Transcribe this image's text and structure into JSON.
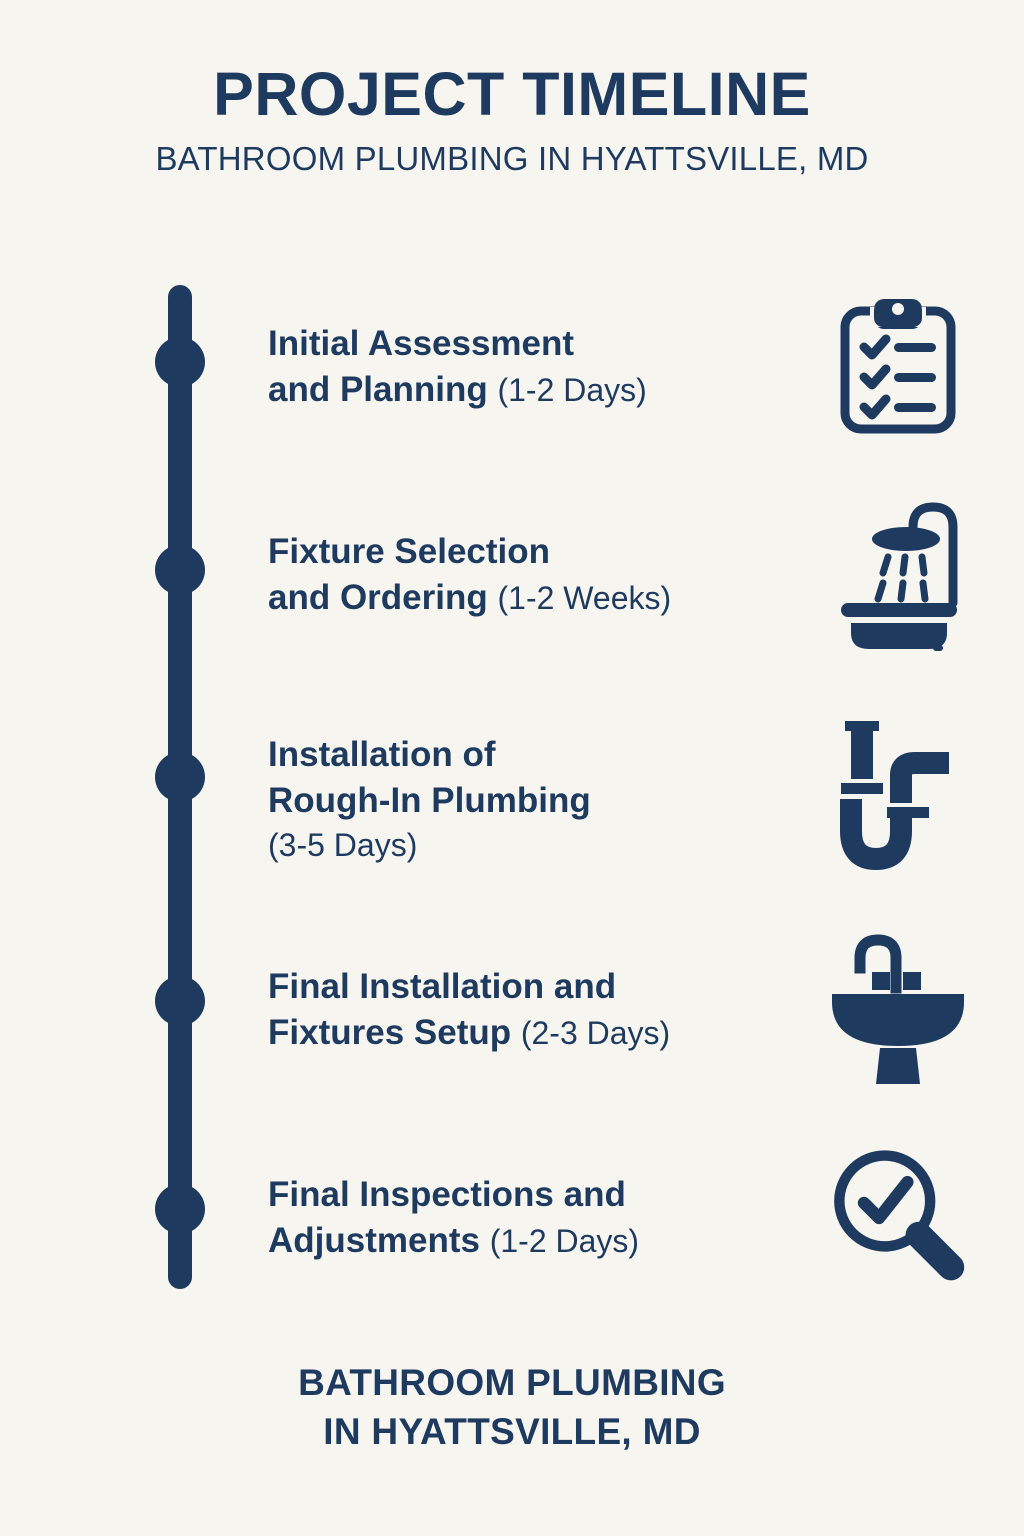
{
  "header": {
    "title": "PROJECT TIMELINE",
    "subtitle": "BATHROOM PLUMBING IN HYATTSVILLE, MD"
  },
  "theme": {
    "background": "#f6f5f0",
    "navy": "#1e3a5f"
  },
  "timeline": {
    "steps": [
      {
        "line1": "Initial Assessment",
        "line2": "and Planning",
        "line3": "",
        "duration": "(1-2 Days)",
        "duration_inline_after": "line2",
        "icon": "clipboard-checklist-icon"
      },
      {
        "line1": "Fixture Selection",
        "line2": "and Ordering",
        "line3": "",
        "duration": "(1-2 Weeks)",
        "duration_inline_after": "line2",
        "icon": "shower-bathtub-icon"
      },
      {
        "line1": "Installation of",
        "line2": "Rough-In Plumbing",
        "line3": "(3-5 Days)",
        "duration": "(3-5 Days)",
        "duration_inline_after": "line3",
        "icon": "p-trap-pipe-icon"
      },
      {
        "line1": "Final Installation and",
        "line2": "Fixtures Setup",
        "line3": "",
        "duration": "(2-3 Days)",
        "duration_inline_after": "line2",
        "icon": "pedestal-sink-icon"
      },
      {
        "line1": "Final Inspections and",
        "line2": "Adjustments",
        "line3": "",
        "duration": "(1-2 Days)",
        "duration_inline_after": "line2",
        "icon": "magnifier-check-icon"
      }
    ]
  },
  "footer": {
    "line1": "BATHROOM PLUMBING",
    "line2": "IN HYATTSVILLE, MD"
  }
}
